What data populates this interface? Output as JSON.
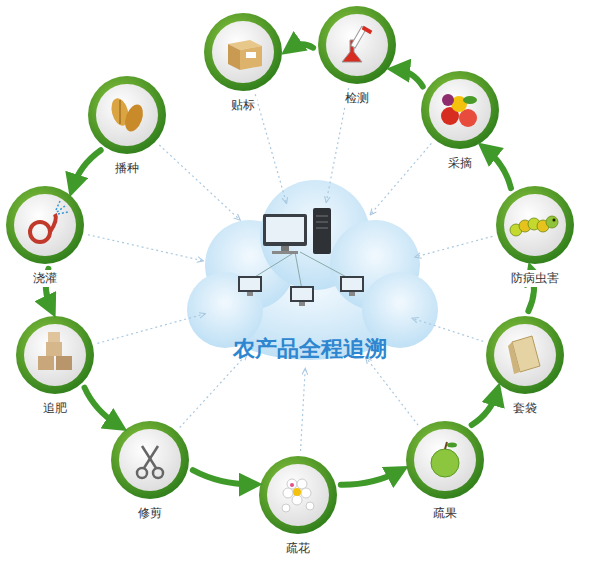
{
  "diagram": {
    "nodes": [
      {
        "text": [
          "农产品全程追溯"
        ]
      },
      {
        "text": [
          "播种"
        ]
      },
      {
        "text": [
          "浇灌"
        ]
      },
      {
        "text": [
          "追肥"
        ]
      },
      {
        "text": [
          "修剪"
        ]
      },
      {
        "text": [
          "疏花"
        ]
      },
      {
        "text": [
          "疏果"
        ]
      },
      {
        "text": [
          "套袋"
        ]
      },
      {
        "text": [
          "防病虫害"
        ]
      },
      {
        "text": [
          "采摘"
        ]
      },
      {
        "text": [
          "检测"
        ]
      },
      {
        "text": [
          "贴标"
        ]
      }
    ],
    "edges": [
      {
        "from": 1,
        "to": 2,
        "arrow": "to"
      },
      {
        "from": 2,
        "to": 3,
        "arrow": "to"
      },
      {
        "from": 3,
        "to": 4,
        "arrow": "to"
      },
      {
        "from": 4,
        "to": 5,
        "arrow": "to"
      },
      {
        "from": 5,
        "to": 6,
        "arrow": "to"
      },
      {
        "from": 6,
        "to": 7,
        "arrow": "to"
      },
      {
        "from": 7,
        "to": 8,
        "arrow": "to"
      },
      {
        "from": 8,
        "to": 9,
        "arrow": "to"
      },
      {
        "from": 9,
        "to": 10,
        "arrow": "to"
      },
      {
        "from": 10,
        "to": 11,
        "arrow": "to"
      },
      {
        "from": 1,
        "to": 0,
        "arrow": "to"
      },
      {
        "from": 2,
        "to": 0,
        "arrow": "to"
      },
      {
        "from": 3,
        "to": 0,
        "arrow": "to"
      },
      {
        "from": 4,
        "to": 0,
        "arrow": "to"
      },
      {
        "from": 5,
        "to": 0,
        "arrow": "to"
      },
      {
        "from": 6,
        "to": 0,
        "arrow": "to"
      },
      {
        "from": 7,
        "to": 0,
        "arrow": "to"
      },
      {
        "from": 8,
        "to": 0,
        "arrow": "to"
      },
      {
        "from": 9,
        "to": 0,
        "arrow": "to"
      },
      {
        "from": 10,
        "to": 0,
        "arrow": "to"
      },
      {
        "from": 11,
        "to": 0,
        "arrow": "to"
      }
    ]
  }
}
